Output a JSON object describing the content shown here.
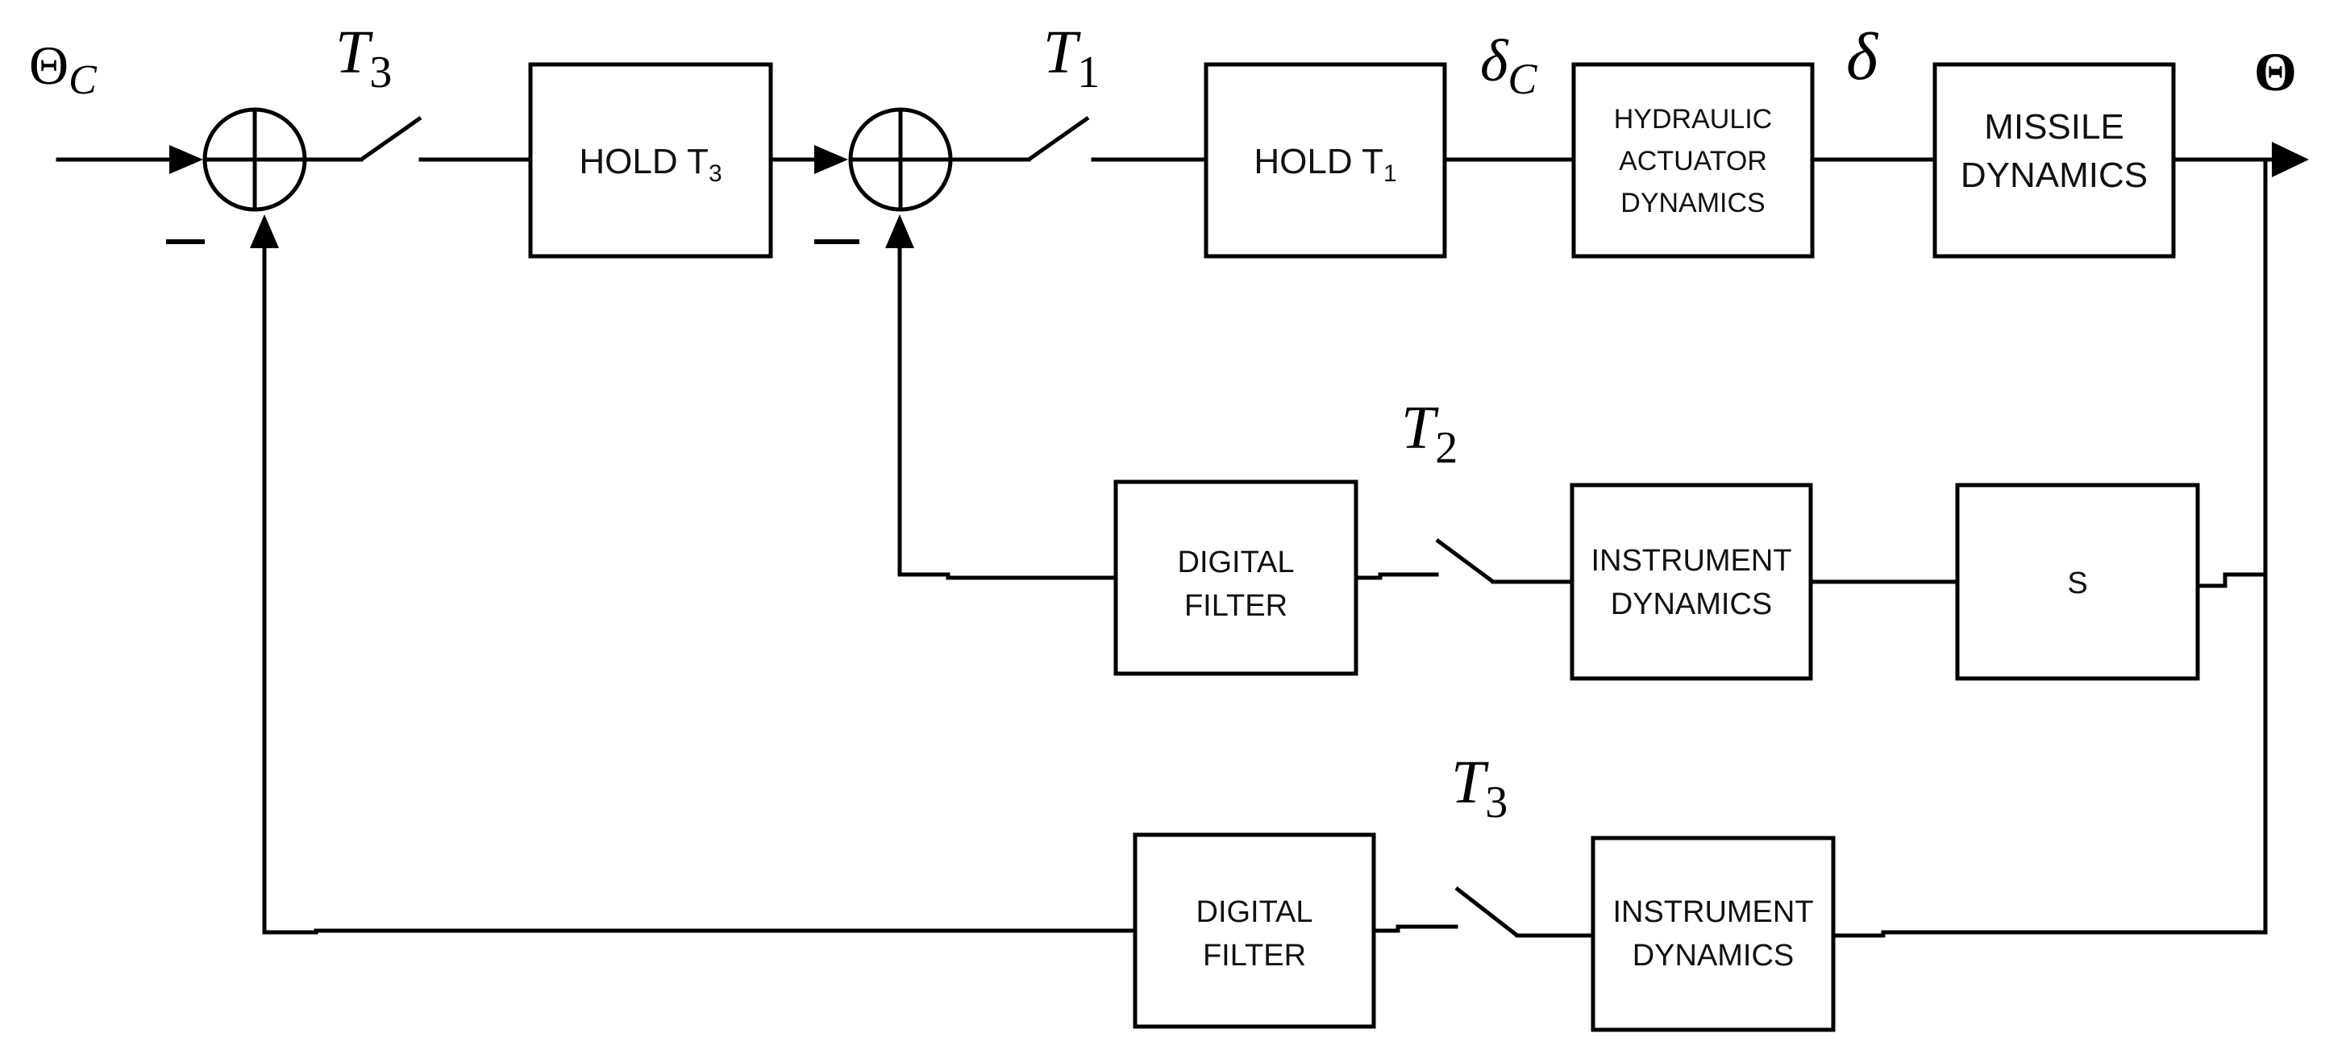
{
  "signals": {
    "input": {
      "main": "Θ",
      "sub": "C"
    },
    "output": "Θ",
    "delta_c": {
      "main": "δ",
      "sub": "C"
    },
    "delta": "δ"
  },
  "switches": {
    "t3_forward": {
      "main": "T",
      "sub": "3"
    },
    "t1_forward": {
      "main": "T",
      "sub": "1"
    },
    "t2_inner": {
      "main": "T",
      "sub": "2"
    },
    "t3_outer": {
      "main": "T",
      "sub": "3"
    }
  },
  "blocks": {
    "hold_t3": {
      "main": "HOLD T",
      "sub": "3"
    },
    "hold_t1": {
      "main": "HOLD T",
      "sub": "1"
    },
    "actuator": [
      "HYDRAULIC",
      "ACTUATOR",
      "DYNAMICS"
    ],
    "missile": [
      "MISSILE",
      "DYNAMICS"
    ],
    "filter_inner": [
      "DIGITAL",
      "FILTER"
    ],
    "instrument_inner": [
      "INSTRUMENT",
      "DYNAMICS"
    ],
    "s_block": "S",
    "filter_outer": [
      "DIGITAL",
      "FILTER"
    ],
    "instrument_outer": [
      "INSTRUMENT",
      "DYNAMICS"
    ]
  },
  "summing_signs": {
    "sum1_bottom": "−",
    "sum2_bottom": "−"
  }
}
